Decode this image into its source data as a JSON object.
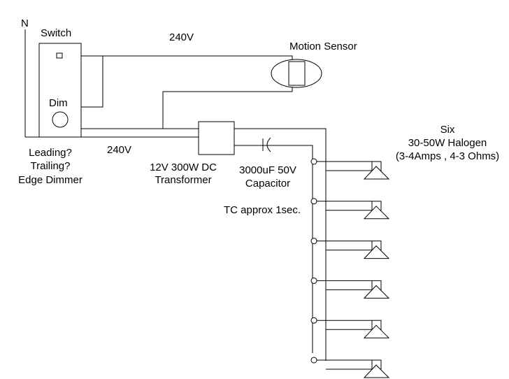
{
  "labels": {
    "neutral": "N",
    "switch": "Switch",
    "dim": "Dim",
    "volt_top": "240V",
    "volt_bottom": "240V",
    "motion_sensor": "Motion Sensor",
    "dimmer_line1": "Leading?",
    "dimmer_line2": "Trailing?",
    "dimmer_line3": "Edge Dimmer",
    "transformer_line1": "12V 300W DC",
    "transformer_line2": "Transformer",
    "capacitor_line1": "3000uF 50V",
    "capacitor_line2": "Capacitor",
    "time_constant": "TC approx 1sec.",
    "lamps_line1": "Six",
    "lamps_line2": "30-50W Halogen",
    "lamps_line3": "(3-4Amps , 4-3 Ohms)"
  },
  "lamp_count": 6
}
